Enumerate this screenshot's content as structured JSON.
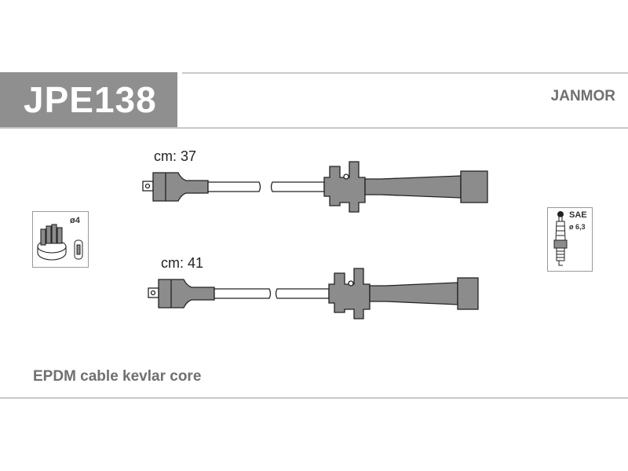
{
  "header": {
    "part_code": "JPE138",
    "brand": "JANMOR"
  },
  "cables": [
    {
      "length_label": "cm: 37"
    },
    {
      "length_label": "cm: 41"
    }
  ],
  "distributor_icon": {
    "label": "ø4",
    "icon": "distributor-cap-icon"
  },
  "spark_plug_icon": {
    "label_top": "SAE",
    "label_bottom": "ø 6,3",
    "icon": "spark-plug-icon"
  },
  "footer": {
    "description": "EPDM cable kevlar core"
  },
  "colors": {
    "code_box": "#8f8f8f",
    "cable_fill": "#8c8c8c",
    "lines": "#c8c8c8",
    "text_gray": "#707070"
  }
}
